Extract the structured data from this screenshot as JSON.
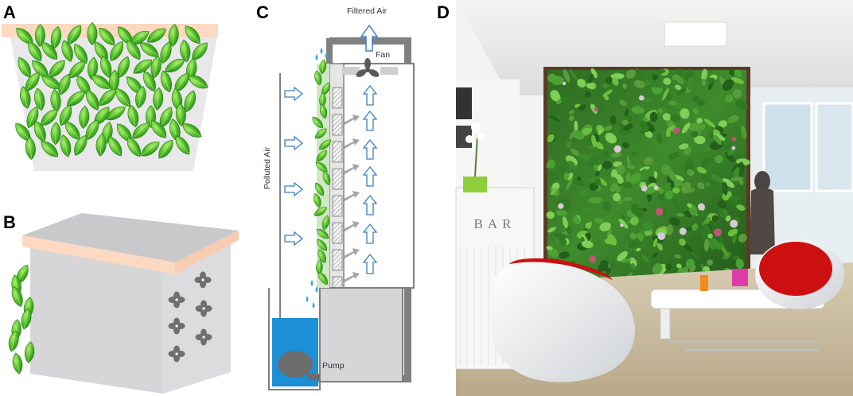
{
  "panels": {
    "a": {
      "letter": "A"
    },
    "b": {
      "letter": "B"
    },
    "c": {
      "letter": "C",
      "filtered_air": "Filtered Air",
      "fan": "Fan",
      "polluted_air": "Polluted Air",
      "pump": "Pump"
    },
    "d": {
      "letter": "D",
      "bar_sign": "BAR"
    }
  },
  "colors": {
    "leaf_green": "#3fae1e",
    "leaf_light": "#7ed957",
    "planter_rim": "#fcd9c0",
    "planter_body": "#e6e6e8",
    "box_gray": "#d4d4d6",
    "frame_gray": "#7f7f7f",
    "water_blue": "#1c8fd6",
    "arrow_blue": "#3b7fc0",
    "pump_gray": "#6d6d6d"
  }
}
